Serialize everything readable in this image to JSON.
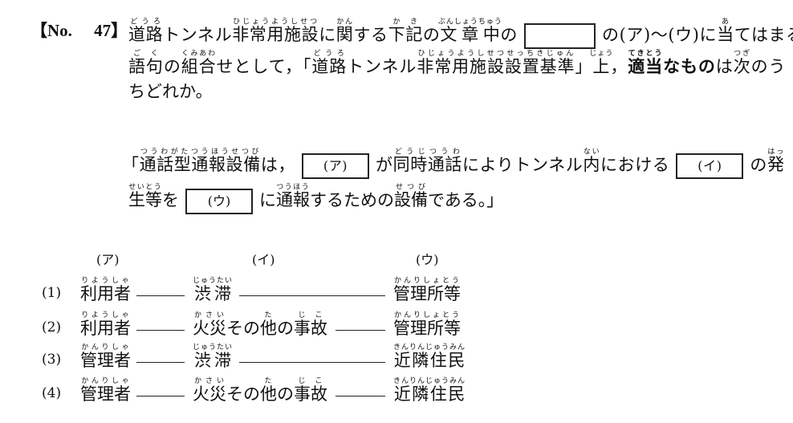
{
  "question": {
    "number_label": "【No.",
    "number": "47】",
    "lines": [
      [
        {
          "t": "道路",
          "r": "どうろ"
        },
        {
          "t": "トンネル"
        },
        {
          "t": "非常用施設",
          "r": "ひじょうようしせつ"
        },
        {
          "t": "に"
        },
        {
          "t": "関",
          "r": "かん"
        },
        {
          "t": "する"
        },
        {
          "t": "下記",
          "r": "かき"
        },
        {
          "t": "の"
        },
        {
          "t": "文章中",
          "r": "ぶんしょうちゅう"
        },
        {
          "t": "の"
        },
        {
          "box": ""
        },
        {
          "t": "の(ア)～(ウ)に"
        },
        {
          "t": "当",
          "r": "あ"
        },
        {
          "t": "てはまる"
        }
      ],
      [
        {
          "t": "語句",
          "r": "ごく"
        },
        {
          "t": "の"
        },
        {
          "t": "組合",
          "r": "くみあわ"
        },
        {
          "t": "せとして，「"
        },
        {
          "t": "道路",
          "r": "どうろ"
        },
        {
          "t": "トンネル"
        },
        {
          "t": "非常用施設設置基準",
          "r": "ひじょうようしせつせっちきじゅん"
        },
        {
          "t": "」"
        },
        {
          "t": "上",
          "r": "じょう"
        },
        {
          "t": "，"
        },
        {
          "t": "適当",
          "r": "てきとう",
          "b": true
        },
        {
          "t": "なもの",
          "b": true
        },
        {
          "t": "は"
        },
        {
          "t": "次",
          "r": "つぎ"
        },
        {
          "t": "のう"
        }
      ],
      [
        {
          "t": "ちどれか。"
        }
      ]
    ]
  },
  "passage": {
    "lines": [
      [
        {
          "t": "「"
        },
        {
          "t": "通話型通報設備",
          "r": "つうわがたつうほうせつび"
        },
        {
          "t": "は，"
        },
        {
          "box": "(ア)"
        },
        {
          "t": "が"
        },
        {
          "t": "同時通話",
          "r": "どうじつうわ"
        },
        {
          "t": "によりトンネル"
        },
        {
          "t": "内",
          "r": "ない"
        },
        {
          "t": "における"
        },
        {
          "box": "(イ)"
        },
        {
          "t": "の"
        },
        {
          "t": "発",
          "r": "はっ"
        }
      ],
      [
        {
          "t": "生等",
          "r": "せいとう"
        },
        {
          "t": "を"
        },
        {
          "box": "(ウ)"
        },
        {
          "t": "に"
        },
        {
          "t": "通報",
          "r": "つうほう"
        },
        {
          "t": "するための"
        },
        {
          "t": "設備",
          "r": "せつび"
        },
        {
          "t": "である。」"
        }
      ]
    ]
  },
  "options": {
    "headers": [
      "(ア)",
      "(イ)",
      "(ウ)"
    ],
    "rows": [
      {
        "num": "(1)",
        "a": [
          {
            "t": "利用者",
            "r": "りようしゃ"
          }
        ],
        "b": [
          {
            "t": "渋滞",
            "r": "じゅうたい"
          }
        ],
        "c": [
          {
            "t": "管理所等",
            "r": "かんりしょとう"
          }
        ]
      },
      {
        "num": "(2)",
        "a": [
          {
            "t": "利用者",
            "r": "りようしゃ"
          }
        ],
        "b": [
          {
            "t": "火災",
            "r": "かさい"
          },
          {
            "t": "その"
          },
          {
            "t": "他",
            "r": "た"
          },
          {
            "t": "の"
          },
          {
            "t": "事故",
            "r": "じこ"
          }
        ],
        "c": [
          {
            "t": "管理所等",
            "r": "かんりしょとう"
          }
        ]
      },
      {
        "num": "(3)",
        "a": [
          {
            "t": "管理者",
            "r": "かんりしゃ"
          }
        ],
        "b": [
          {
            "t": "渋滞",
            "r": "じゅうたい"
          }
        ],
        "c": [
          {
            "t": "近隣住民",
            "r": "きんりんじゅうみん"
          }
        ]
      },
      {
        "num": "(4)",
        "a": [
          {
            "t": "管理者",
            "r": "かんりしゃ"
          }
        ],
        "b": [
          {
            "t": "火災",
            "r": "かさい"
          },
          {
            "t": "その"
          },
          {
            "t": "他",
            "r": "た"
          },
          {
            "t": "の"
          },
          {
            "t": "事故",
            "r": "じこ"
          }
        ],
        "c": [
          {
            "t": "近隣住民",
            "r": "きんりんじゅうみん"
          }
        ]
      }
    ]
  }
}
